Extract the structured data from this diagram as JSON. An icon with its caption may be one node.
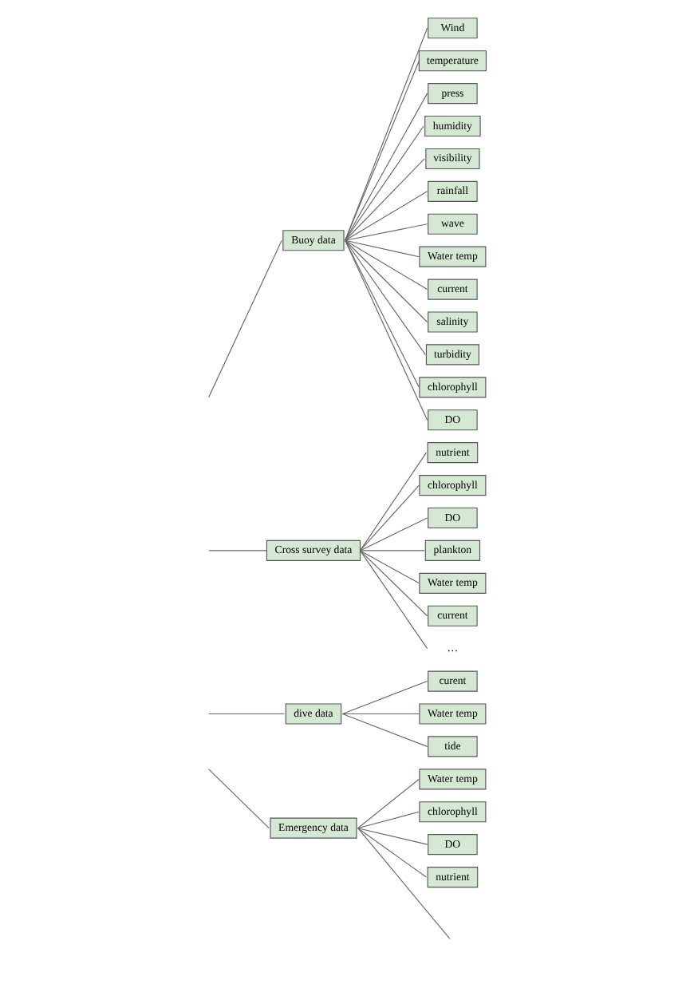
{
  "diagram": {
    "nodes": [
      {
        "text": [
          "Buoy data"
        ]
      },
      {
        "text": [
          "Wind"
        ]
      },
      {
        "text": [
          "temperature"
        ]
      },
      {
        "text": [
          "press"
        ]
      },
      {
        "text": [
          "humidity"
        ]
      },
      {
        "text": [
          "visibility"
        ]
      },
      {
        "text": [
          "rainfall"
        ]
      },
      {
        "text": [
          "wave"
        ]
      },
      {
        "text": [
          "Water temp"
        ]
      },
      {
        "text": [
          "current"
        ]
      },
      {
        "text": [
          "salinity"
        ]
      },
      {
        "text": [
          "turbidity"
        ]
      },
      {
        "text": [
          "chlorophyll"
        ]
      },
      {
        "text": [
          "DO"
        ]
      },
      {
        "text": [
          "Cross survey data"
        ]
      },
      {
        "text": [
          "nutrient"
        ]
      },
      {
        "text": [
          "chlorophyll"
        ]
      },
      {
        "text": [
          "DO"
        ]
      },
      {
        "text": [
          "plankton"
        ]
      },
      {
        "text": [
          "Water temp"
        ]
      },
      {
        "text": [
          "current"
        ]
      },
      {
        "text": [
          "…"
        ]
      },
      {
        "text": [
          "dive data"
        ]
      },
      {
        "text": [
          "curent"
        ]
      },
      {
        "text": [
          "Water temp"
        ]
      },
      {
        "text": [
          "tide"
        ]
      },
      {
        "text": [
          "Emergency data"
        ]
      },
      {
        "text": [
          "Water temp"
        ]
      },
      {
        "text": [
          "chlorophyll"
        ]
      },
      {
        "text": [
          "DO"
        ]
      },
      {
        "text": [
          "nutrient"
        ]
      }
    ],
    "edges": [
      {
        "from": null,
        "to": 0,
        "arrow": "none"
      },
      {
        "from": null,
        "to": 14,
        "arrow": "none"
      },
      {
        "from": null,
        "to": 22,
        "arrow": "none"
      },
      {
        "from": null,
        "to": 26,
        "arrow": "none"
      },
      {
        "from": 0,
        "to": 1,
        "arrow": "none"
      },
      {
        "from": 0,
        "to": 2,
        "arrow": "none"
      },
      {
        "from": 0,
        "to": 3,
        "arrow": "none"
      },
      {
        "from": 0,
        "to": 4,
        "arrow": "none"
      },
      {
        "from": 0,
        "to": 5,
        "arrow": "none"
      },
      {
        "from": 0,
        "to": 6,
        "arrow": "none"
      },
      {
        "from": 0,
        "to": 7,
        "arrow": "none"
      },
      {
        "from": 0,
        "to": 8,
        "arrow": "none"
      },
      {
        "from": 0,
        "to": 9,
        "arrow": "none"
      },
      {
        "from": 0,
        "to": 10,
        "arrow": "none"
      },
      {
        "from": 0,
        "to": 11,
        "arrow": "none"
      },
      {
        "from": 0,
        "to": 12,
        "arrow": "none"
      },
      {
        "from": 0,
        "to": 13,
        "arrow": "none"
      },
      {
        "from": 14,
        "to": 15,
        "arrow": "none"
      },
      {
        "from": 14,
        "to": 16,
        "arrow": "none"
      },
      {
        "from": 14,
        "to": 17,
        "arrow": "none"
      },
      {
        "from": 14,
        "to": 18,
        "arrow": "none"
      },
      {
        "from": 14,
        "to": 19,
        "arrow": "none"
      },
      {
        "from": 14,
        "to": 20,
        "arrow": "none"
      },
      {
        "from": 14,
        "to": 21,
        "arrow": "none"
      },
      {
        "from": 22,
        "to": 23,
        "arrow": "none"
      },
      {
        "from": 22,
        "to": 24,
        "arrow": "none"
      },
      {
        "from": 22,
        "to": 25,
        "arrow": "none"
      },
      {
        "from": 26,
        "to": 27,
        "arrow": "none"
      },
      {
        "from": 26,
        "to": 28,
        "arrow": "none"
      },
      {
        "from": 26,
        "to": 29,
        "arrow": "none"
      },
      {
        "from": 26,
        "to": 30,
        "arrow": "none"
      },
      {
        "from": 26,
        "to": null,
        "arrow": "none"
      }
    ]
  }
}
